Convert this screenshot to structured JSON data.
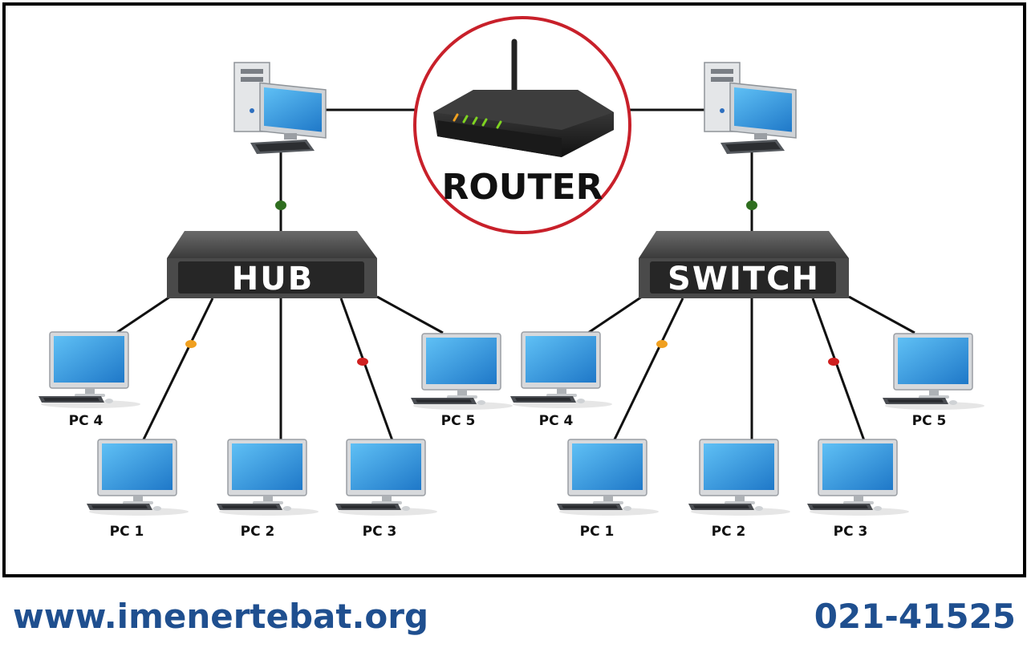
{
  "router": {
    "label": "ROUTER"
  },
  "hub": {
    "label": "HUB"
  },
  "switch": {
    "label": "SWITCH"
  },
  "hub_pcs": [
    {
      "id": "hub-pc-4",
      "label": "PC 4"
    },
    {
      "id": "hub-pc-1",
      "label": "PC 1"
    },
    {
      "id": "hub-pc-2",
      "label": "PC 2"
    },
    {
      "id": "hub-pc-3",
      "label": "PC 3"
    },
    {
      "id": "hub-pc-5",
      "label": "PC 5"
    }
  ],
  "switch_pcs": [
    {
      "id": "switch-pc-4",
      "label": "PC 4"
    },
    {
      "id": "switch-pc-1",
      "label": "PC 1"
    },
    {
      "id": "switch-pc-2",
      "label": "PC 2"
    },
    {
      "id": "switch-pc-3",
      "label": "PC 3"
    },
    {
      "id": "switch-pc-5",
      "label": "PC 5"
    }
  ],
  "footer": {
    "website": "www.imenertebat.org",
    "phone": "021-41525"
  },
  "colors": {
    "footer_text": "#1f4f8f",
    "router_circle": "#c8202a",
    "device_body": "#3a3a3a",
    "screen": "#2a8fd6",
    "dot_green": "#2f6e1f",
    "dot_orange": "#f0a020",
    "dot_red": "#d02020"
  },
  "icons": {
    "router": "router-icon",
    "workstation": "desktop-tower-icon",
    "pc": "monitor-icon"
  }
}
